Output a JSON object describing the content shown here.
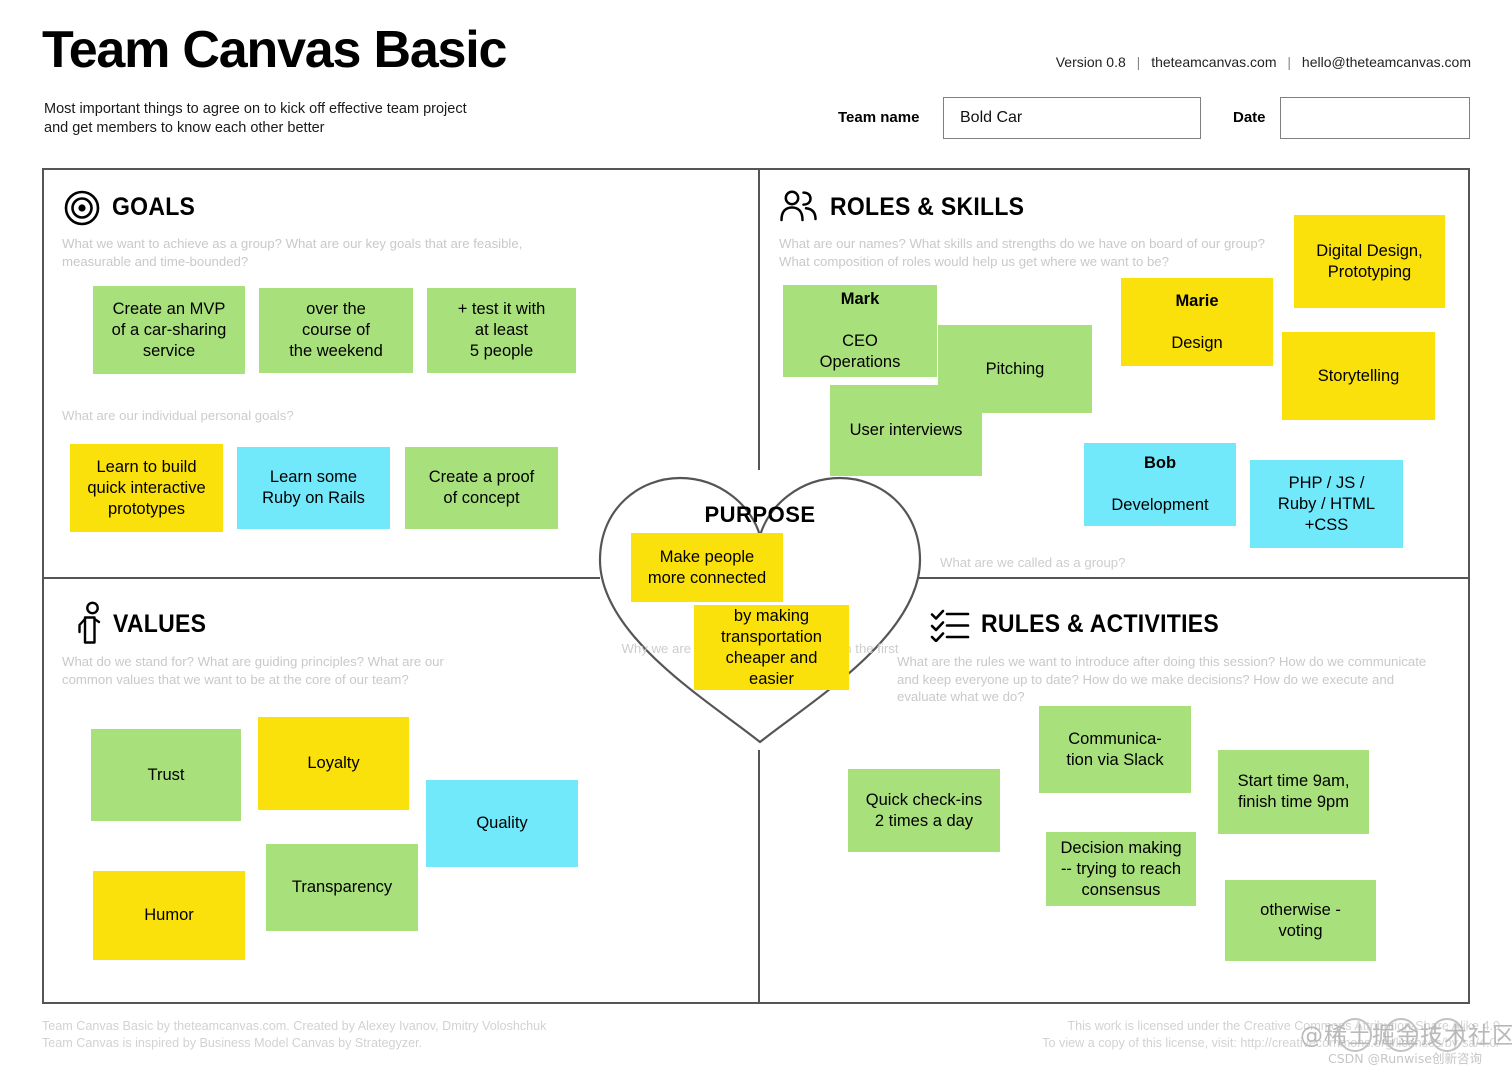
{
  "header": {
    "title": "Team Canvas Basic",
    "subtitle_line1": "Most important things to agree on to kick off effective team project",
    "subtitle_line2": "and get members to know each other better",
    "version": "Version 0.8",
    "website": "theteamcanvas.com",
    "email": "hello@theteamcanvas.com",
    "team_name_label": "Team name",
    "team_name_value": "Bold Car",
    "team_name_placeholder": "",
    "date_label": "Date",
    "date_value": "",
    "date_placeholder": ""
  },
  "goals": {
    "title": "GOALS",
    "description": "What we want to achieve as a group? What are our key goals that are feasible, measurable and time-bounded?",
    "sub_question": "What are our individual personal goals?",
    "notes": [
      {
        "text": "Create an MVP\nof a car-sharing\nservice",
        "color": "green"
      },
      {
        "text": "over the\ncourse of\nthe weekend",
        "color": "green"
      },
      {
        "text": "+ test it with\nat least\n5 people",
        "color": "green"
      },
      {
        "text": "Learn to build\nquick interactive\nprototypes",
        "color": "yellow"
      },
      {
        "text": "Learn some\nRuby on Rails",
        "color": "cyan"
      },
      {
        "text": "Create a proof\nof concept",
        "color": "green"
      }
    ]
  },
  "roles": {
    "title": "ROLES & SKILLS",
    "description": "What are our names? What skills and strengths do we have on board of our group? What composition of roles would help us get where we want to be?",
    "sub_question": "What are we called as a group?",
    "notes": [
      {
        "name": "Mark",
        "text": "CEO\nOperations",
        "color": "green"
      },
      {
        "name": "",
        "text": "Pitching",
        "color": "green"
      },
      {
        "name": "",
        "text": "User interviews",
        "color": "green"
      },
      {
        "name": "",
        "text": "Digital Design,\nPrototyping",
        "color": "yellow"
      },
      {
        "name": "Marie",
        "text": "Design",
        "color": "yellow"
      },
      {
        "name": "",
        "text": "Storytelling",
        "color": "yellow"
      },
      {
        "name": "Bob",
        "text": "Development",
        "color": "cyan"
      },
      {
        "name": "",
        "text": "PHP / JS /\nRuby / HTML\n+CSS",
        "color": "cyan"
      }
    ]
  },
  "purpose": {
    "title": "PURPOSE",
    "description": "Why we are doing what we are doing in the first place?",
    "notes": [
      {
        "text": "Make people\nmore connected",
        "color": "yellow"
      },
      {
        "text": "by making\ntransportation\ncheaper and\neasier",
        "color": "yellow"
      }
    ]
  },
  "values": {
    "title": "VALUES",
    "description": "What do we stand for? What are guiding principles? What are our common values that we want to be at the core of our team?",
    "notes": [
      {
        "text": "Trust",
        "color": "green"
      },
      {
        "text": "Loyalty",
        "color": "yellow"
      },
      {
        "text": "Quality",
        "color": "cyan"
      },
      {
        "text": "Humor",
        "color": "yellow"
      },
      {
        "text": "Transparency",
        "color": "green"
      }
    ]
  },
  "rules": {
    "title": "RULES & ACTIVITIES",
    "description": "What are the rules we want to introduce after doing this session? How do we communicate and keep everyone up to date? How do we make decisions? How do we execute and evaluate what we do?",
    "notes": [
      {
        "text": "Quick check-ins\n2 times a day",
        "color": "green"
      },
      {
        "text": "Communica-\ntion via Slack",
        "color": "green"
      },
      {
        "text": "Start time 9am,\nfinish time 9pm",
        "color": "green"
      },
      {
        "text": "Decision making\n-- trying to reach\nconsensus",
        "color": "green"
      },
      {
        "text": "otherwise -\nvoting",
        "color": "green"
      }
    ]
  },
  "footer": {
    "left_line1": "Team Canvas Basic by theteamcanvas.com. Created by Alexey Ivanov, Dmitry Voloshchuk",
    "left_line2": "Team Canvas is inspired by Business Model Canvas by Strategyzer.",
    "right_line1": "This work is licensed under the Creative Commons Attribution-Share Alike 4.0",
    "right_line2": "To view a copy of this license, visit: http://creativecommons.org/licenses/by-sa/4.0/"
  },
  "watermark": {
    "main": "@稀土掘金技术社区",
    "sub": "CSDN @Runwise创新咨询"
  },
  "colors": {
    "green": "#a8e07c",
    "yellow": "#fbe10b",
    "cyan": "#72e8fb",
    "frame": "#555555",
    "muted_text": "#cdcdcd"
  }
}
